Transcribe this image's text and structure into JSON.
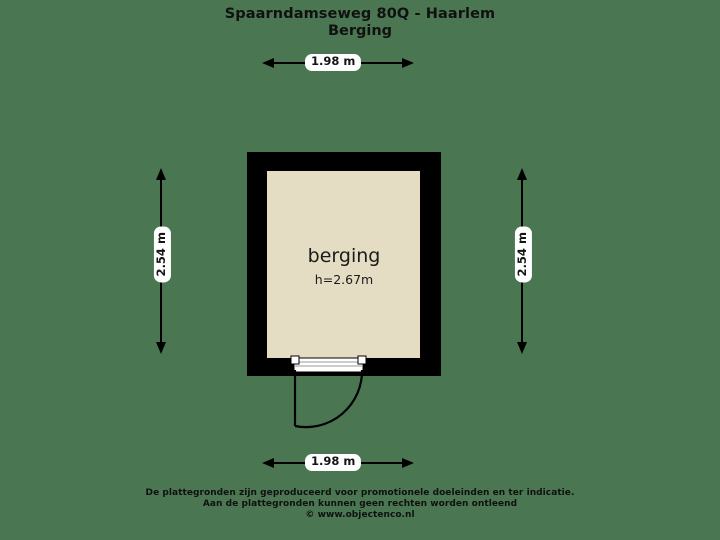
{
  "header": {
    "title": "Spaarndamseweg 80Q - Haarlem",
    "subtitle": "Berging"
  },
  "dimensions": {
    "top": "1.98 m",
    "bottom": "1.98 m",
    "left": "2.54 m",
    "right": "2.54 m"
  },
  "room": {
    "name": "berging",
    "height_label": "h=2.67m"
  },
  "footer": {
    "line1": "De plattegronden zijn geproduceerd voor promotionele doeleinden en ter indicatie.",
    "line2": "Aan de plattegronden kunnen geen rechten worden ontleend",
    "line3": "© www.objectenco.nl"
  },
  "colors": {
    "background": "#4a7751",
    "wall": "#000000",
    "floor": "#e4dcc3",
    "door": "#ffffff",
    "text": "#101010",
    "label_background": "#ffffff"
  },
  "icons": {
    "arrow_double_horizontal": "double-arrow-horizontal-icon",
    "arrow_double_vertical": "double-arrow-vertical-icon",
    "door_swing": "door-swing-icon"
  }
}
